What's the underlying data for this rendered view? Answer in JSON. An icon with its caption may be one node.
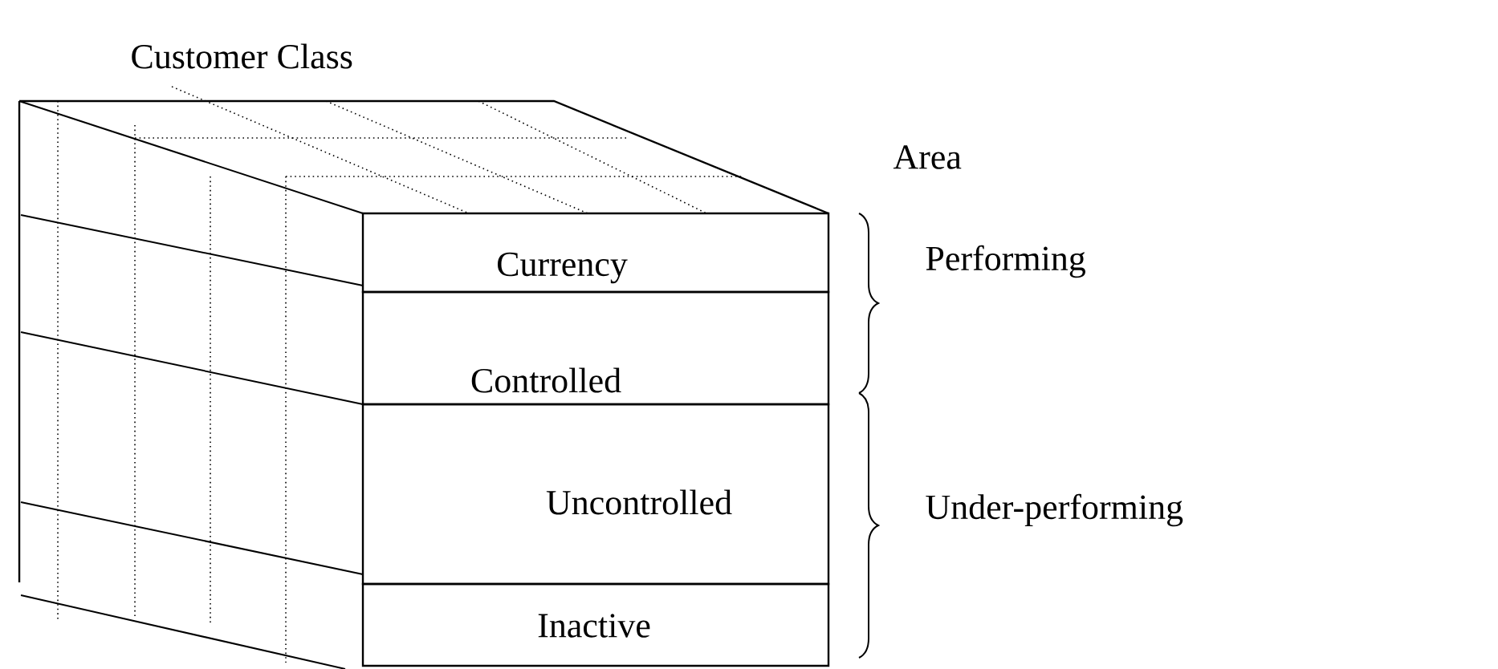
{
  "diagram": {
    "nodes": [
      {
        "text": [
          "Currency"
        ]
      },
      {
        "text": [
          "Controlled"
        ]
      },
      {
        "text": [
          "Uncontrolled"
        ]
      },
      {
        "text": [
          "Inactive"
        ]
      }
    ],
    "labels": [
      "Customer Class",
      "Area",
      "Performing",
      "Under-performing"
    ]
  }
}
